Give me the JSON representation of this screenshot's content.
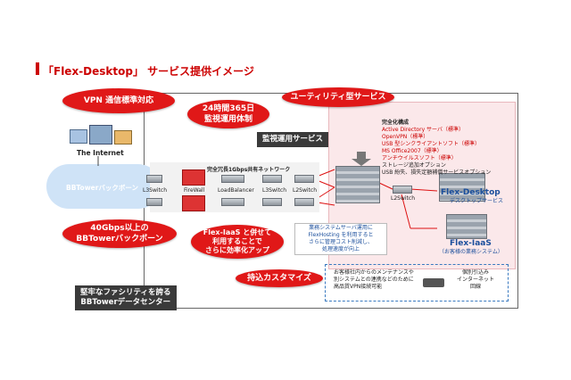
{
  "title": "「Flex-Desktop」 サービス提供イメージ",
  "bubbles": {
    "vpn": "VPN 通信標準対応",
    "backbone_40g_l1": "40Gbps以上の",
    "backbone_40g_l2": "BBTowerバックボーン",
    "always_on_l1": "24時間365日",
    "always_on_l2": "監視運用体制",
    "utility": "ユーティリティ型サービス",
    "efficiency_l1": "Flex-IaaS と併せて",
    "efficiency_l2": "利用することで",
    "efficiency_l3": "さらに効率化アップ",
    "bring_in": "持込カスタマイズ"
  },
  "labels": {
    "internet": "The Internet",
    "bbtower_backbone": "BBTowerバックボーン",
    "monitoring_service": "監視運用サービス",
    "network_title": "完全冗長1Gbps共有ネットワーク",
    "l3switch": "L3Switch",
    "firewall": "FireWall",
    "loadbalancer": "LoadBalancer",
    "l3switch2": "L3Switch",
    "l2switch": "L2Switch",
    "l2switch2": "L2Switch",
    "facility_l1": "堅牢なファシリティを誇る",
    "facility_l2": "BBTowerデータセンター"
  },
  "options": {
    "header": "完全化構成",
    "items": [
      "Active Directory サーバ（標準）",
      "OpenVPN（標準）",
      "USB 型シンクライアントソフト（標準）",
      "MS Office2007（標準）",
      "アンチウイルスソフト（標準）",
      "ストレージ追加オプション",
      "USB 紛失、損失定額補償サービスオプション"
    ]
  },
  "products": {
    "desktop_name": "Flex-Desktop",
    "desktop_sub": "デスクトップサービス",
    "iaas_name": "Flex-IaaS",
    "iaas_sub": "（お客様の業務システム）"
  },
  "notes": {
    "efficiency_l1": "業務システムサーバ運用に",
    "efficiency_l2": "FlexHosting を利用すると",
    "efficiency_l3": "さらに管理コスト削減し、",
    "efficiency_l4": "処理速度が向上",
    "custom_l1": "お客様社内からのメンテナンスや",
    "custom_l2": "別システムとの連携などのために",
    "custom_l3": "高品質VPN接続可能",
    "leased_l1": "個別引込み",
    "leased_l2": "インターネット",
    "leased_l3": "回線"
  }
}
